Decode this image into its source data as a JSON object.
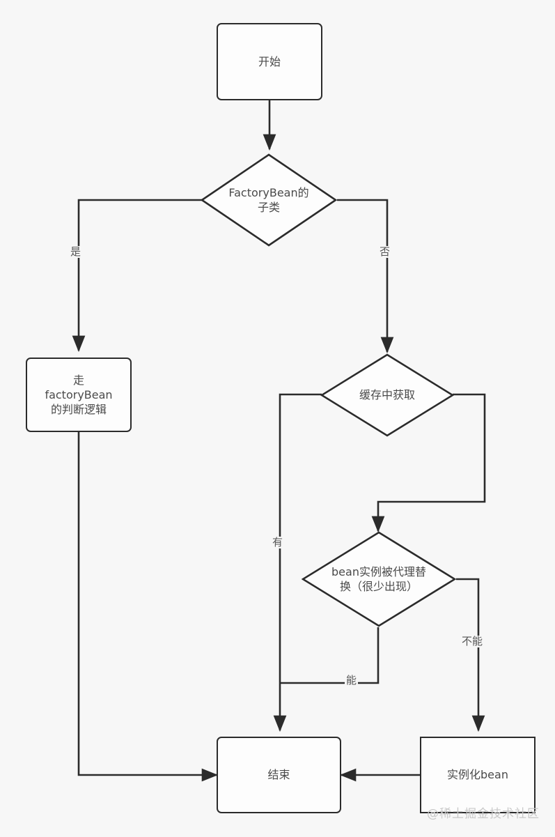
{
  "diagram": {
    "type": "flowchart",
    "title": "FactoryBean bean creation flow",
    "background_color": "#f7f7f7",
    "line_color": "#2b2b2b",
    "text_color": "#4a4a4a",
    "nodes": [
      {
        "id": "start",
        "label": "开始",
        "shape": "rounded-rect"
      },
      {
        "id": "isFactory",
        "label": "FactoryBean的\n子类",
        "shape": "diamond"
      },
      {
        "id": "factoryPath",
        "label": "走\nfactoryBean\n的判断逻辑",
        "shape": "rounded-rect"
      },
      {
        "id": "fromCache",
        "label": "缓存中获取",
        "shape": "diamond"
      },
      {
        "id": "proxied",
        "label": "bean实例被代理替\n换（很少出现）",
        "shape": "diamond"
      },
      {
        "id": "end",
        "label": "结束",
        "shape": "rounded-rect"
      },
      {
        "id": "instantiate",
        "label": "实例化bean",
        "shape": "rect"
      }
    ],
    "edge_labels": [
      {
        "id": "yes",
        "label": "是"
      },
      {
        "id": "no",
        "label": "否"
      },
      {
        "id": "has",
        "label": "有"
      },
      {
        "id": "can",
        "label": "能"
      },
      {
        "id": "cannot",
        "label": "不能"
      }
    ],
    "watermark": "@稀土掘金技术社区"
  }
}
